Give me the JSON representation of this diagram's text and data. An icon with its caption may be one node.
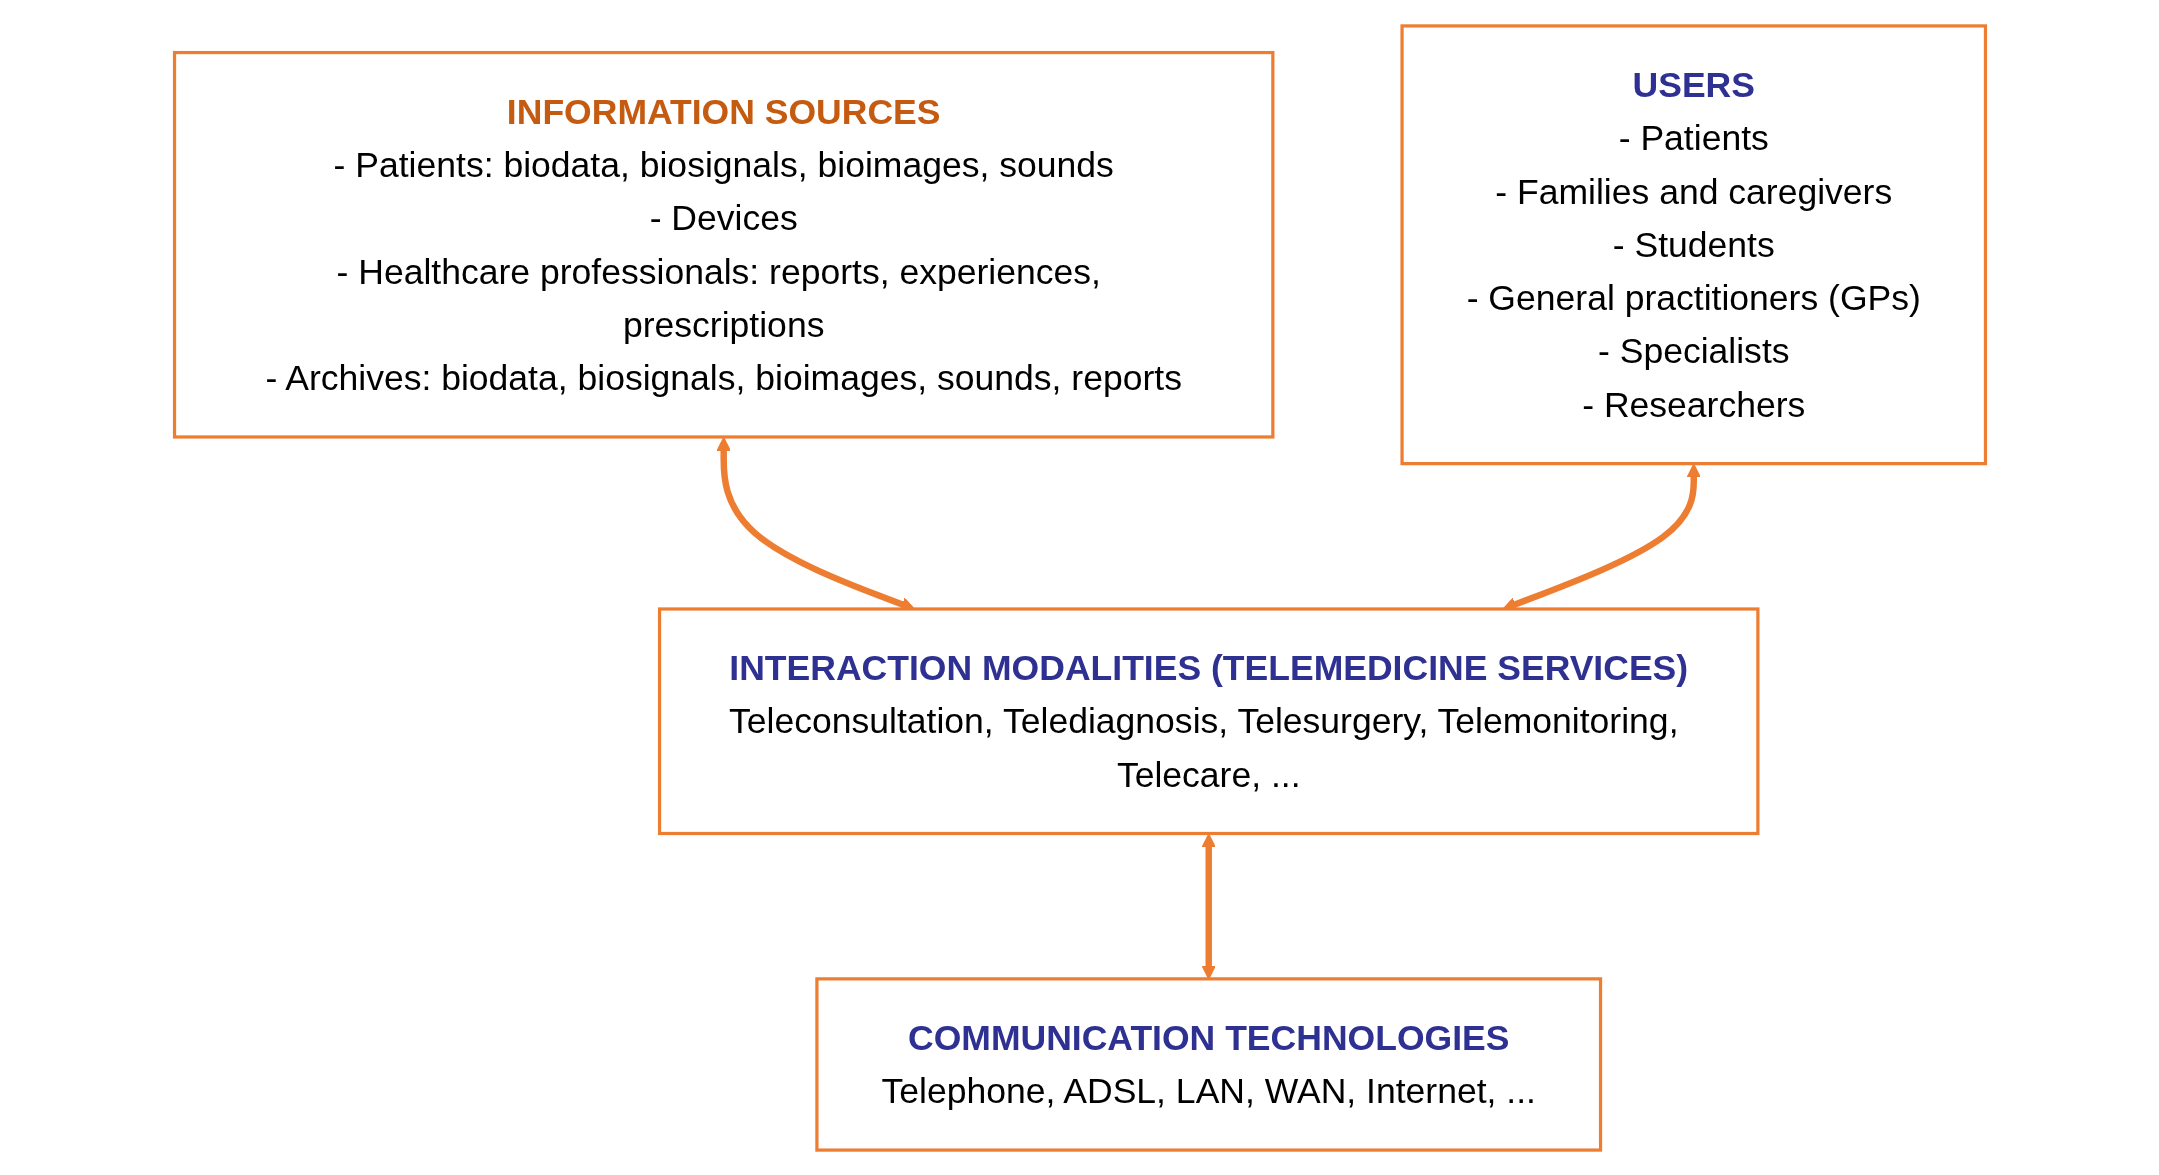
{
  "diagram": {
    "nodes": [
      {
        "text": [
          "INFORMATION SOURCES",
          "- Patients: biodata, biosignals, bioimages, sounds",
          "- Devices",
          "- Healthcare professionals: reports, experiences, prescriptions",
          "- Archives: biodata, biosignals, bioimages, sounds, reports"
        ]
      },
      {
        "text": [
          "USERS",
          "- Patients",
          "- Families and caregivers",
          "- Students",
          "- General practitioners (GPs)",
          "- Specialists",
          "- Researchers"
        ]
      },
      {
        "text": [
          "INTERACTION MODALITIES (TELEMEDICINE SERVICES)",
          "Teleconsultation, Telediagnosis, Telesurgery, Telemonitoring, Telecare, ..."
        ]
      },
      {
        "text": [
          "COMMUNICATION TECHNOLOGIES",
          "Telephone, ADSL, LAN, WAN, Internet, ..."
        ]
      }
    ],
    "edges": [
      {
        "from": 0,
        "to": 2,
        "arrow": "both"
      },
      {
        "from": 1,
        "to": 2,
        "arrow": "both"
      },
      {
        "from": 2,
        "to": 3,
        "arrow": "both"
      }
    ]
  }
}
